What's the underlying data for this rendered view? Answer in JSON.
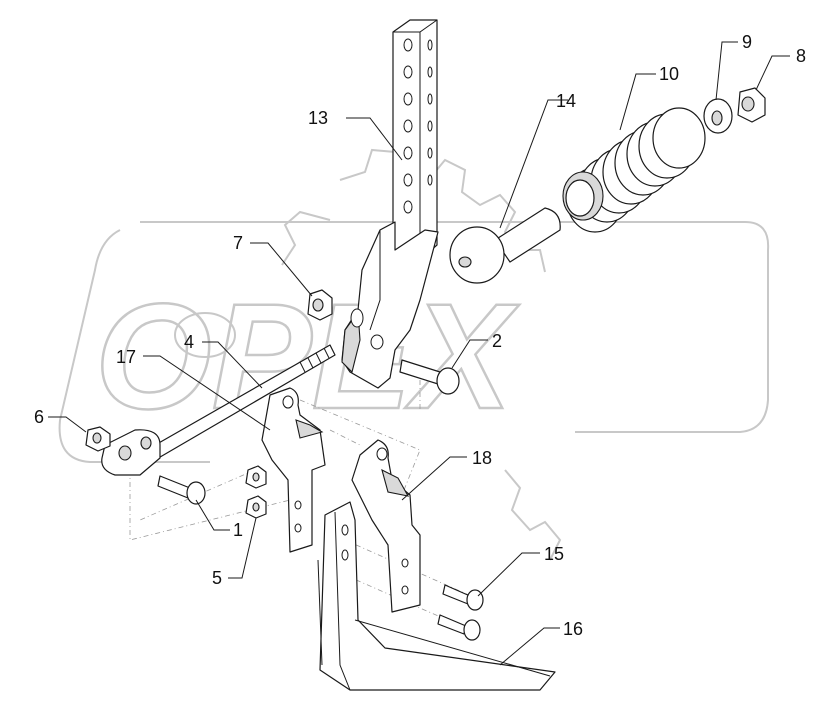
{
  "watermark": {
    "text": "OPEX"
  },
  "callouts": [
    {
      "id": "c1",
      "label": "1"
    },
    {
      "id": "c2",
      "label": "2"
    },
    {
      "id": "c4",
      "label": "4"
    },
    {
      "id": "c5",
      "label": "5"
    },
    {
      "id": "c6",
      "label": "6"
    },
    {
      "id": "c7",
      "label": "7"
    },
    {
      "id": "c8",
      "label": "8"
    },
    {
      "id": "c9",
      "label": "9"
    },
    {
      "id": "c10",
      "label": "10"
    },
    {
      "id": "c13",
      "label": "13"
    },
    {
      "id": "c14",
      "label": "14"
    },
    {
      "id": "c15",
      "label": "15"
    },
    {
      "id": "c16",
      "label": "16"
    },
    {
      "id": "c17",
      "label": "17"
    },
    {
      "id": "c18",
      "label": "18"
    }
  ],
  "colors": {
    "line": "#1a1a1a",
    "watermark": "#c8c8c8",
    "shade": "#d9d9d9"
  }
}
